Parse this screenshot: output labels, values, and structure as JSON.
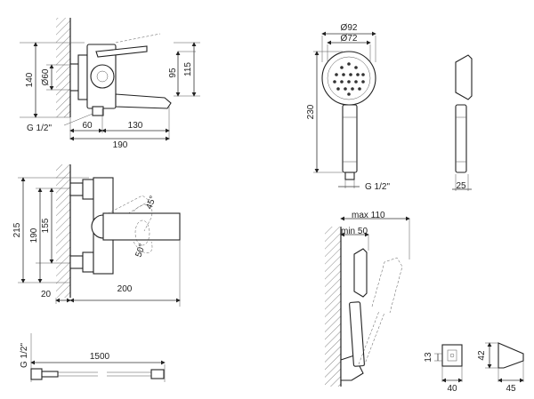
{
  "side_view": {
    "dims": {
      "d60": "Ø60",
      "h140": "140",
      "h95": "95",
      "h115": "115",
      "w60": "60",
      "w130": "130",
      "w190": "190",
      "thread": "G 1/2\""
    }
  },
  "front_view": {
    "dims": {
      "h215": "215",
      "h190": "190",
      "h155": "155",
      "w20": "20",
      "w200": "200",
      "a45": "45°",
      "a50": "50°"
    }
  },
  "hose": {
    "dims": {
      "thread": "G 1/2\"",
      "length": "1500"
    }
  },
  "hand_shower": {
    "dims": {
      "d92": "Ø92",
      "d72": "Ø72",
      "h230": "230",
      "thread": "G 1/2\"",
      "w25": "25"
    }
  },
  "holder_install": {
    "dims": {
      "max": "max 110",
      "min": "min 50"
    }
  },
  "holder": {
    "dims": {
      "h13": "13",
      "w40": "40",
      "h42": "42",
      "w45": "45"
    }
  }
}
